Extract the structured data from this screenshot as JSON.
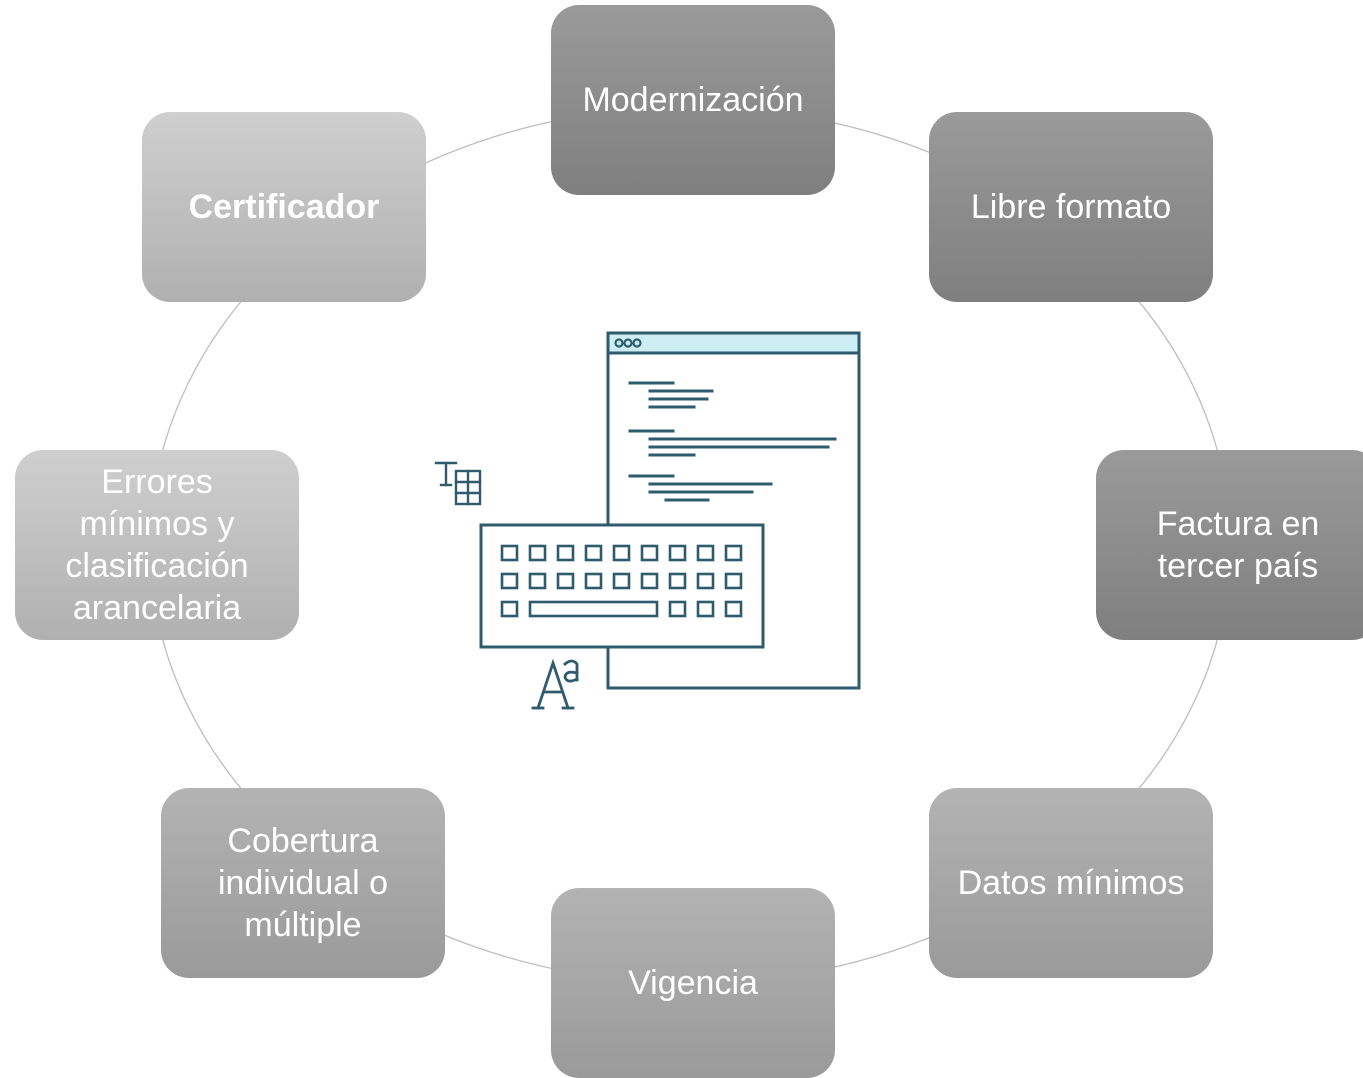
{
  "diagram": {
    "nodes": [
      {
        "id": "modernizacion",
        "label": "Modernización",
        "bold": false,
        "shade": "dark"
      },
      {
        "id": "libre-formato",
        "label": "Libre formato",
        "bold": false,
        "shade": "dark"
      },
      {
        "id": "factura",
        "label": "Factura en\ntercer país",
        "bold": false,
        "shade": "dark"
      },
      {
        "id": "datos",
        "label": "Datos mínimos",
        "bold": false,
        "shade": "mid"
      },
      {
        "id": "vigencia",
        "label": "Vigencia",
        "bold": false,
        "shade": "mid"
      },
      {
        "id": "cobertura",
        "label": "Cobertura\nindividual o\nmúltiple",
        "bold": false,
        "shade": "mid"
      },
      {
        "id": "errores",
        "label": "Errores\nmínimos y\nclasificación\narancelaria",
        "bold": false,
        "shade": "light"
      },
      {
        "id": "certificador",
        "label": "Certificador",
        "bold": true,
        "shade": "light"
      }
    ],
    "center_icon": "keyboard-document-typography-icon",
    "colors": {
      "node_dark": "#8c8c8c",
      "node_mid": "#a6a6a6",
      "node_light": "#c0c0c0",
      "ring": "#bdbdbd",
      "icon_stroke": "#2f5b6e",
      "icon_header": "#cdeef5"
    }
  }
}
